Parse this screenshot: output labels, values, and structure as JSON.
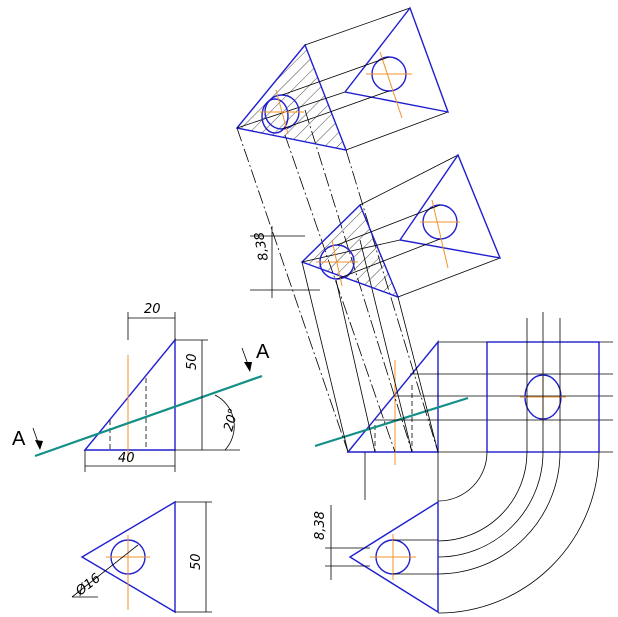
{
  "section_label": "A",
  "dimensions": {
    "front_top_width": "20",
    "front_height": "50",
    "front_base_width": "40",
    "cut_angle": "20°",
    "top_view_height": "50",
    "hole_diameter": "Ø16",
    "offset_true_shape": "8,38",
    "offset_top_view": "8,38"
  },
  "colors": {
    "outline": "#1f1fd0",
    "axis": "#f0922b",
    "cutting_plane": "#138f87"
  }
}
